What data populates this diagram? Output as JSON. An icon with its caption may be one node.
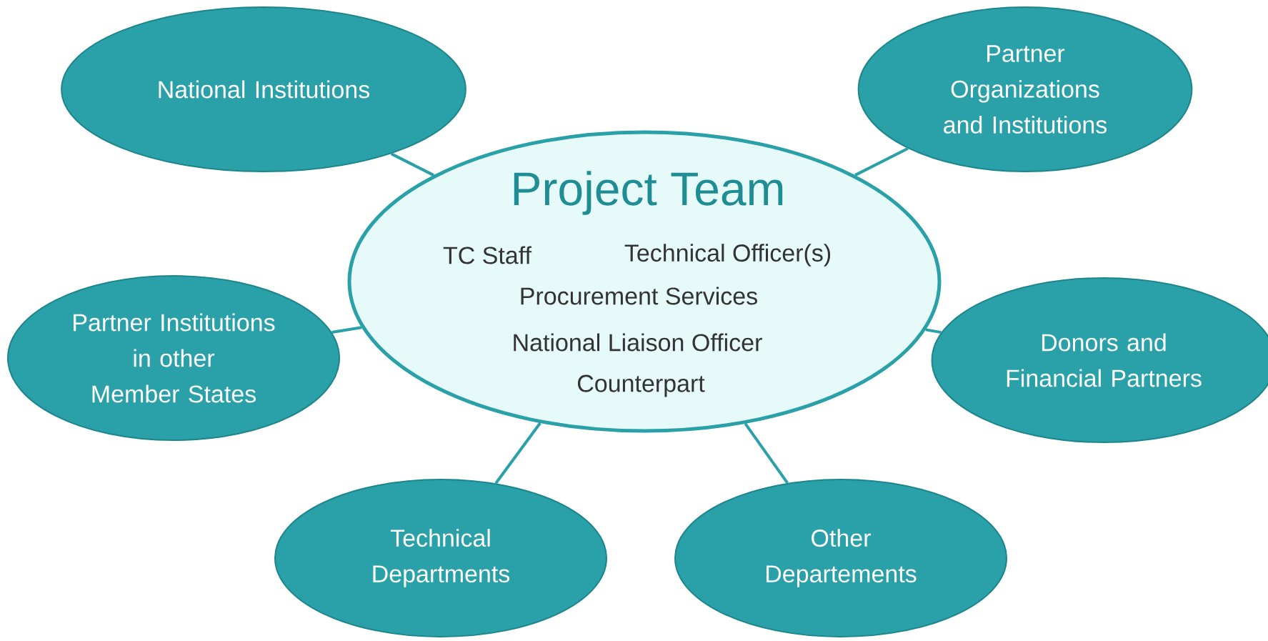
{
  "diagram": {
    "nodes": [
      {
        "text": [
          "Project Team",
          "TC Staff",
          "Technical Officer(s)",
          "Procurement Services",
          "National Liaison Officer",
          "Counterpart"
        ]
      },
      {
        "text": [
          "National Institutions"
        ]
      },
      {
        "text": [
          "Partner Organizations and Institutions"
        ]
      },
      {
        "text": [
          "Partner Institutions in other Member States"
        ]
      },
      {
        "text": [
          "Donors and Financial Partners"
        ]
      },
      {
        "text": [
          "Technical Departments"
        ]
      },
      {
        "text": [
          "Other Departements"
        ]
      }
    ],
    "edges": [
      {
        "from": 0,
        "to": 1,
        "arrow": "none"
      },
      {
        "from": 0,
        "to": 2,
        "arrow": "none"
      },
      {
        "from": 0,
        "to": 3,
        "arrow": "none"
      },
      {
        "from": 0,
        "to": 4,
        "arrow": "none"
      },
      {
        "from": 0,
        "to": 5,
        "arrow": "none"
      },
      {
        "from": 0,
        "to": 6,
        "arrow": "none"
      }
    ]
  }
}
